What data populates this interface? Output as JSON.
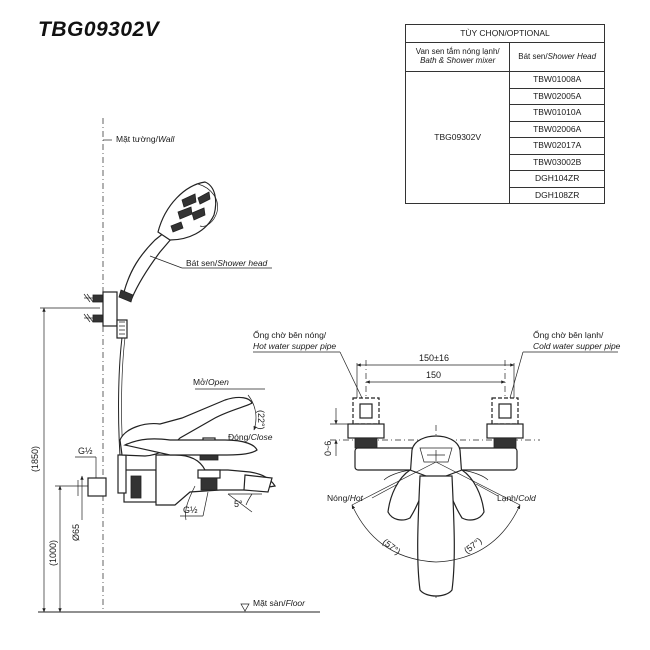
{
  "title": "TBG09302V",
  "options_table": {
    "header": "TÙY CHỌN/OPTIONAL",
    "col1_header_vi": "Van sen tắm nóng lạnh/",
    "col1_header_en": "Bath & Shower mixer",
    "col2_header_vi": "Bát sen/",
    "col2_header_en": "Shower Head",
    "model": "TBG09302V",
    "shower_heads": [
      "TBW01008A",
      "TBW02005A",
      "TBW01010A",
      "TBW02006A",
      "TBW02017A",
      "TBW03002B",
      "DGH104ZR",
      "DGH108ZR"
    ]
  },
  "side_view": {
    "wall_label_vi": "Mặt tường/",
    "wall_label_en": "Wall",
    "shower_head_label_vi": "Bát sen/",
    "shower_head_label_en": "Shower head",
    "open_label_vi": "Mở/",
    "open_label_en": "Open",
    "close_label_vi": "Đóng/",
    "close_label_en": "Close",
    "angle_open": "(22°)",
    "angle_spout": "5°",
    "thread_top": "G½",
    "thread_bottom": "G½",
    "dim_total": "(1850)",
    "dim_mixer": "(1000)",
    "dim_diameter": "Ø65",
    "floor_label_vi": "Mặt sàn/",
    "floor_label_en": "Floor"
  },
  "front_view": {
    "hot_pipe_label_vi": "Ống chờ bên nóng/",
    "hot_pipe_label_en": "Hot water supper pipe",
    "cold_pipe_label_vi": "Ống chờ bên lạnh/",
    "cold_pipe_label_en": "Cold water supper pipe",
    "dim_centers_range": "150±16",
    "dim_centers": "150",
    "dim_offset": "0~6",
    "hot_label_vi": "Nóng/",
    "hot_label_en": "Hot",
    "cold_label_vi": "Lạnh/",
    "cold_label_en": "Cold",
    "angle_left": "(57°)",
    "angle_right": "(57°)"
  }
}
